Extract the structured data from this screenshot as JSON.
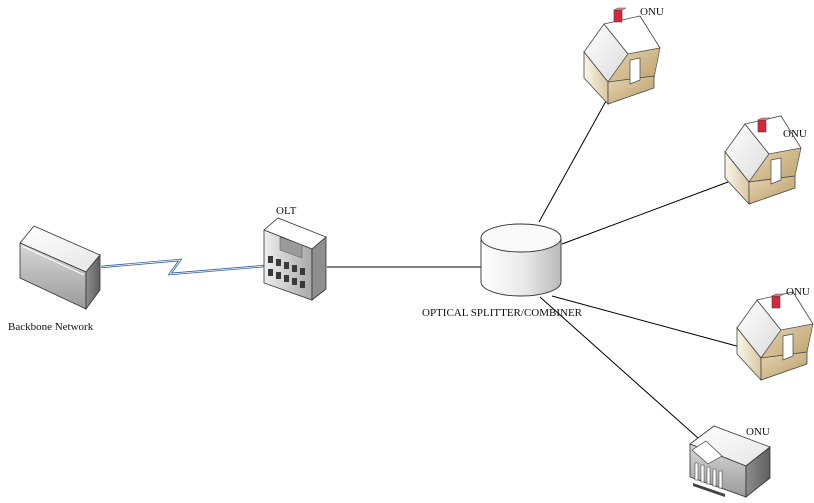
{
  "labels": {
    "olt": "OLT",
    "backbone": "Backbone Network",
    "splitter": "OPTICAL SPLITTER/COMBINER",
    "onu_1": "ONU",
    "onu_2": "ONU",
    "onu_3": "ONU",
    "onu_4": "ONU"
  },
  "colors": {
    "line": "#000000",
    "wave_link": "#2f5f9e",
    "house_wall_light": "#f2ead8",
    "house_wall_dark": "#c9b48a",
    "roof": "#ffffff",
    "chimney": "#d7263d",
    "box_light": "#f3f3f3",
    "box_dark": "#7d7d7d"
  },
  "icons": {
    "backbone": "server-box-icon",
    "olt": "building-icon",
    "splitter": "cylinder-icon",
    "onu_home": "house-icon",
    "onu_business": "bank-building-icon"
  }
}
